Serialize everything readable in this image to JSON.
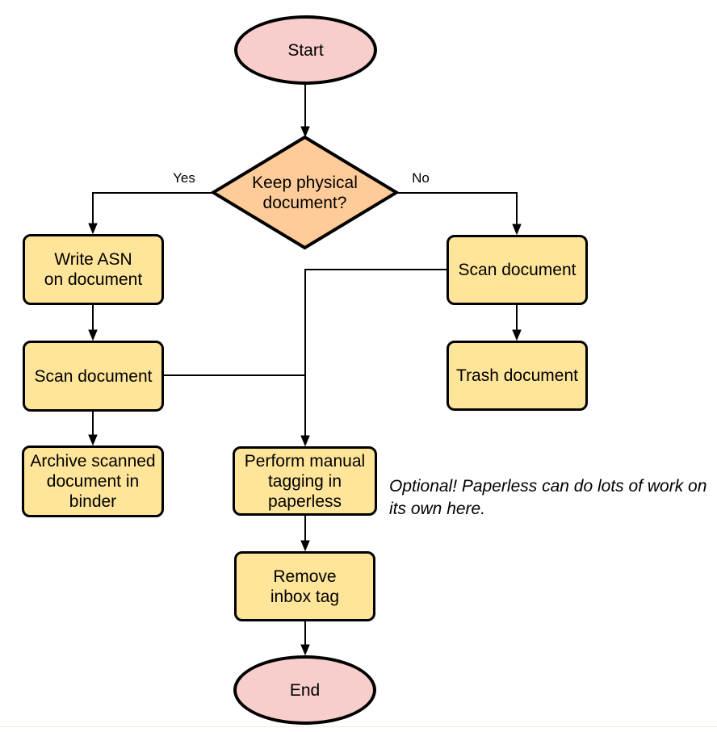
{
  "diagram": {
    "nodes": {
      "start": {
        "label": "Start",
        "shape": "ellipse"
      },
      "decision": {
        "label": "Keep physical\ndocument?",
        "shape": "diamond"
      },
      "write_asn": {
        "label": "Write ASN\non document",
        "shape": "rounded-rect"
      },
      "scan_left": {
        "label": "Scan document",
        "shape": "rounded-rect"
      },
      "archive": {
        "label": "Archive scanned\ndocument in\nbinder",
        "shape": "rounded-rect"
      },
      "scan_right": {
        "label": "Scan document",
        "shape": "rounded-rect"
      },
      "trash": {
        "label": "Trash document",
        "shape": "rounded-rect"
      },
      "tagging": {
        "label": "Perform manual\ntagging in\npaperless",
        "shape": "rounded-rect"
      },
      "remove_inbox": {
        "label": "Remove\ninbox tag",
        "shape": "rounded-rect"
      },
      "end": {
        "label": "End",
        "shape": "ellipse"
      }
    },
    "edge_labels": {
      "yes": "Yes",
      "no": "No"
    },
    "note": "Optional! Paperless can do lots of work on\nits own here.",
    "colors": {
      "terminal_fill": "#f8cecc",
      "decision_fill": "#ffcc99",
      "process_fill": "#ffe599",
      "stroke": "#000000"
    }
  }
}
